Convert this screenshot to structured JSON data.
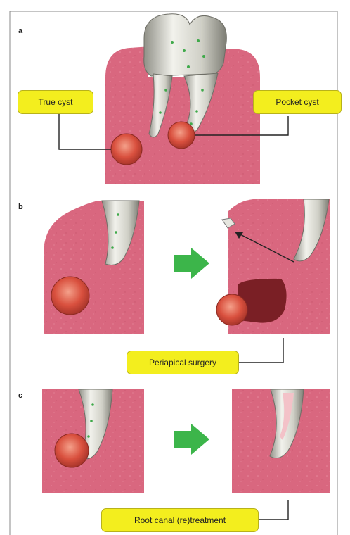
{
  "panels": {
    "a": {
      "letter": "a",
      "labels": {
        "left": "True cyst",
        "right": "Pocket cyst"
      }
    },
    "b": {
      "letter": "b",
      "label": "Periapical surgery"
    },
    "c": {
      "letter": "c",
      "label": "Root canal (re)treatment"
    }
  },
  "colors": {
    "gum": "#d9677f",
    "gum_light": "#e88a9d",
    "tooth": "#dcdcd4",
    "tooth_dark": "#9a9a90",
    "cyst": "#e05a4a",
    "bacteria": "#3fa94a",
    "arrow": "#3cb54a",
    "label_fill": "#f3ee1e",
    "cavity": "#7a1f25",
    "leader": "#222222"
  },
  "icons": {
    "transition_arrow": "green-right-arrow-icon",
    "fragment": "tooth-fragment-icon"
  }
}
